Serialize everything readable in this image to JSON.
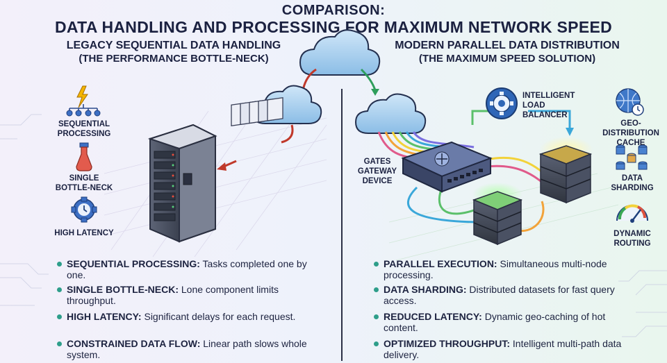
{
  "title": {
    "line1": "COMPARISON:",
    "line2": "DATA HANDLING AND PROCESSING FOR MAXIMUM NETWORK SPEED"
  },
  "left": {
    "heading": "LEGACY SEQUENTIAL DATA HANDLING",
    "subheading": "(THE PERFORMANCE BOTTLE-NECK)",
    "icons": [
      {
        "label": "SEQUENTIAL PROCESSING",
        "icon": "hierarchy-lightning-icon"
      },
      {
        "label": "SINGLE BOTTLE-NECK",
        "icon": "bottle-icon"
      },
      {
        "label": "HIGH LATENCY",
        "icon": "gear-clock-icon"
      }
    ],
    "bullets": [
      {
        "term": "SEQUENTIAL PROCESSING:",
        "text": " Tasks completed one by one."
      },
      {
        "term": "SINGLE BOTTLE-NECK:",
        "text": " Lone component limits throughput."
      },
      {
        "term": "HIGH LATENCY:",
        "text": " Significant delays for each request."
      },
      {
        "term": "CONSTRAINED DATA FLOW:",
        "text": " Linear path slows whole system."
      }
    ]
  },
  "right": {
    "heading": "MODERN PARALLEL DATA DISTRIBUTION",
    "subheading": "(THE MAXIMUM SPEED SOLUTION)",
    "labels": {
      "load_balancer": "INTELLIGENT LOAD BALANCER",
      "gateway": "GATES GATEWAY DEVICE"
    },
    "icons": [
      {
        "label": "GEO-DISTRIBUTION CACHE",
        "icon": "globe-clock-icon"
      },
      {
        "label": "DATA SHARDING",
        "icon": "database-shards-icon"
      },
      {
        "label": "DYNAMIC ROUTING",
        "icon": "gauge-icon"
      }
    ],
    "bullets": [
      {
        "term": "PARALLEL EXECUTION:",
        "text": " Simultaneous multi-node processing."
      },
      {
        "term": "DATA SHARDING:",
        "text": " Distributed datasets for fast query access."
      },
      {
        "term": "REDUCED LATENCY:",
        "text": " Dynamic geo-caching of hot content."
      },
      {
        "term": "OPTIMIZED THROUGHPUT:",
        "text": " Intelligent multi-path data delivery."
      }
    ]
  },
  "colors": {
    "left_accent": "#c0392b",
    "right_accent": "#2e9e5b",
    "bullet_dot": "#2e9e8a",
    "cloud": "#9cc8ec"
  }
}
